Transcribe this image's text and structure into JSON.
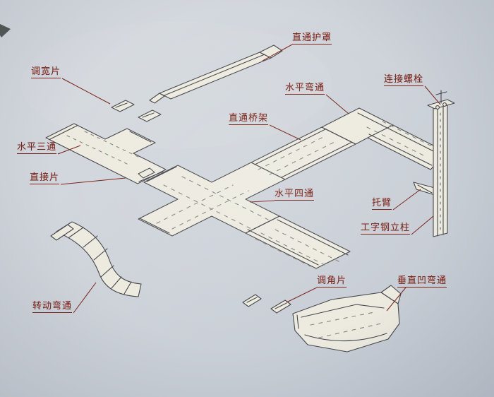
{
  "figure": {
    "colors": {
      "paper_background": "#cdd2d9",
      "drawing_line": "#45464b",
      "tray_surface": "#edebe0",
      "label_text": "#7a2318",
      "leader_line": "#7a2318"
    },
    "labels": [
      {
        "id": "straight-cover",
        "text": "直通护罩"
      },
      {
        "id": "width-adjust-piece",
        "text": "调宽片"
      },
      {
        "id": "horizontal-elbow",
        "text": "水平弯通"
      },
      {
        "id": "connecting-bolt",
        "text": "连接螺栓"
      },
      {
        "id": "straight-tray",
        "text": "直通桥架"
      },
      {
        "id": "horizontal-tee",
        "text": "水平三通"
      },
      {
        "id": "connector-piece",
        "text": "直接片"
      },
      {
        "id": "horizontal-cross",
        "text": "水平四通"
      },
      {
        "id": "support-arm",
        "text": "托臂"
      },
      {
        "id": "ibeam-column",
        "text": "工字钢立柱"
      },
      {
        "id": "angle-adjust-piece",
        "text": "调角片"
      },
      {
        "id": "vertical-concave-elbow",
        "text": "垂直凹弯通"
      },
      {
        "id": "rotating-elbow",
        "text": "转动弯通"
      }
    ]
  }
}
